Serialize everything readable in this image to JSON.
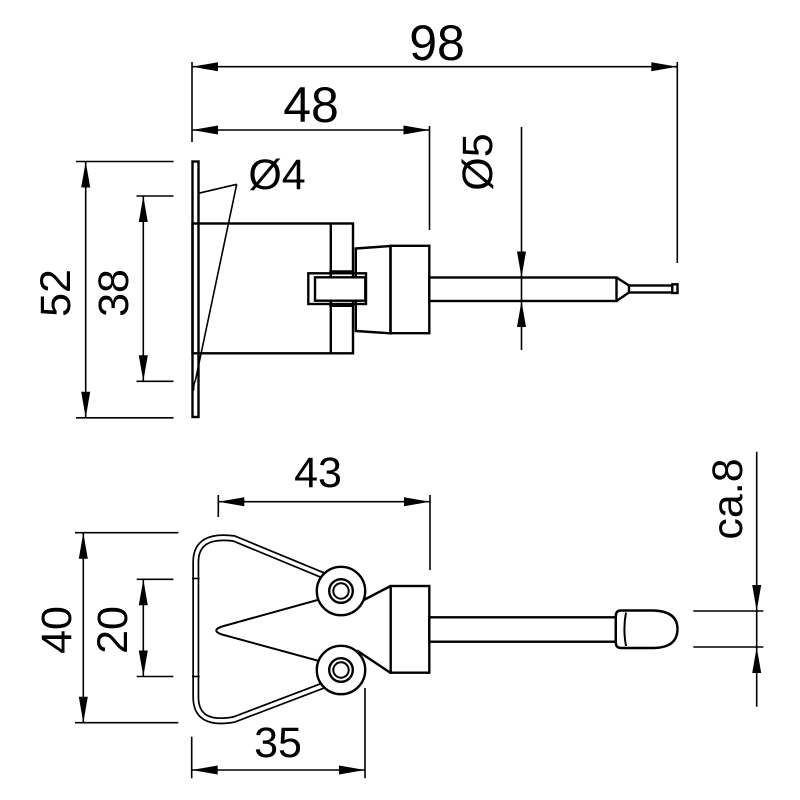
{
  "drawing_type": "technical dimension drawing, two orthographic views of a clip-on probe sensor",
  "side_view": {
    "overall_length": "98",
    "body_length": "48",
    "mounting_hole_diameter": "Ø4",
    "probe_tube_diameter": "Ø5",
    "flange_height": "52",
    "mounting_hole_spacing": "38"
  },
  "front_view": {
    "clip_width": "43",
    "clip_height": "40",
    "clip_inner_spacing": "20",
    "clip_base_width": "35",
    "tip_diameter": "ca.8"
  },
  "colors": {
    "line_color": "#000000",
    "background": "#ffffff"
  }
}
